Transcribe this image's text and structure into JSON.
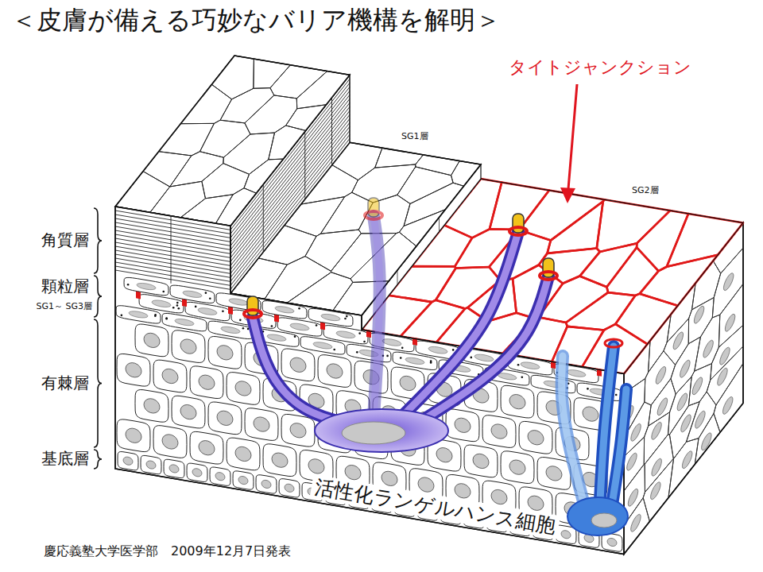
{
  "diagram": {
    "title": "＜皮膚が備える巧妙なバリア機構を解明＞",
    "caption": "慶応義塾大学医学部　2009年12月7日発表",
    "labels": [
      "タイトジャンクション",
      "SG1層",
      "SG2層",
      "角質層",
      "顆粒層",
      "SG1～ SG3層",
      "有棘層",
      "基底層",
      "活性化ランゲルハンス細胞"
    ]
  }
}
